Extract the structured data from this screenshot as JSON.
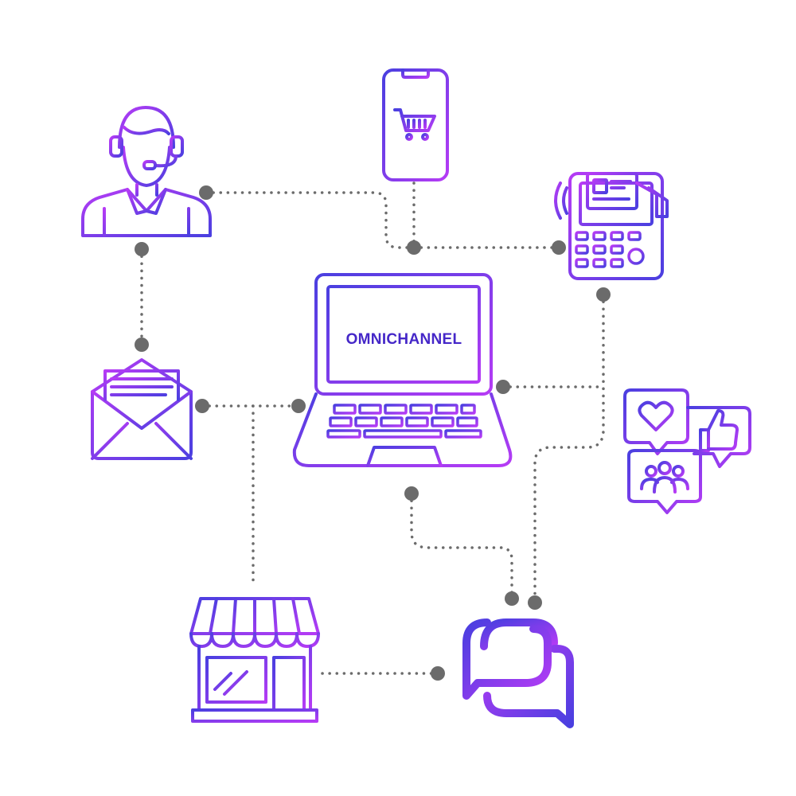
{
  "diagram": {
    "center_label": "OMNICHANNEL"
  },
  "nodes": [
    {
      "id": "laptop",
      "icon": "laptop-icon"
    },
    {
      "id": "agent",
      "icon": "call-center-agent-icon"
    },
    {
      "id": "mobile",
      "icon": "smartphone-shopping-cart-icon"
    },
    {
      "id": "pos",
      "icon": "card-payment-terminal-icon"
    },
    {
      "id": "email",
      "icon": "email-envelope-icon"
    },
    {
      "id": "social",
      "icon": "social-media-reactions-icon"
    },
    {
      "id": "store",
      "icon": "storefront-icon"
    },
    {
      "id": "chat",
      "icon": "chat-bubbles-icon"
    }
  ],
  "edges": [
    {
      "from": "agent",
      "to": "pos"
    },
    {
      "from": "mobile",
      "to": "pos"
    },
    {
      "from": "agent",
      "to": "email"
    },
    {
      "from": "email",
      "to": "laptop"
    },
    {
      "from": "email",
      "to": "store"
    },
    {
      "from": "store",
      "to": "chat"
    },
    {
      "from": "laptop",
      "to": "chat"
    },
    {
      "from": "pos",
      "to": "chat"
    }
  ],
  "colors": {
    "gradient_start": "#4a3fe0",
    "gradient_end": "#b63bf5",
    "label": "#4527c8",
    "connector": "#6b6b6b"
  }
}
